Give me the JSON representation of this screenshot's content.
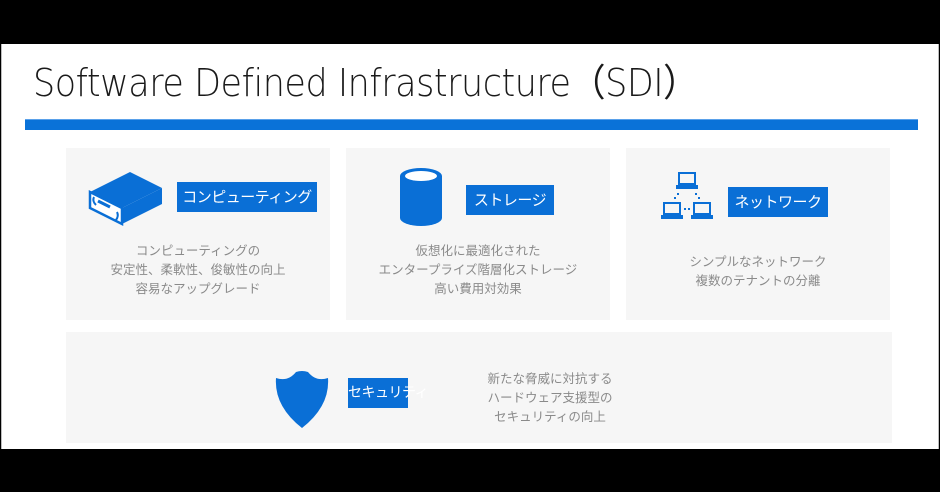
{
  "slide": {
    "title": "Software Defined Infrastructure（SDI）",
    "accent_color": "#0a72d8",
    "panels": [
      {
        "id": "computing",
        "icon": "server-icon",
        "label": "コンピューティング",
        "description": [
          "コンピューティングの",
          "安定性、柔軟性、俊敏性の向上",
          "容易なアップグレード"
        ]
      },
      {
        "id": "storage",
        "icon": "database-cylinder-icon",
        "label": "ストレージ",
        "description": [
          "仮想化に最適化された",
          "エンタープライズ階層化ストレージ",
          "高い費用対効果"
        ]
      },
      {
        "id": "network",
        "icon": "network-computers-icon",
        "label": "ネットワーク",
        "description": [
          "シンプルなネットワーク",
          "複数のテナントの分離"
        ]
      },
      {
        "id": "security",
        "icon": "shield-icon",
        "label": "セキュリティ",
        "description": [
          "新たな脅威に対抗する",
          "ハードウェア支援型の",
          "セキュリティの向上"
        ]
      }
    ]
  }
}
